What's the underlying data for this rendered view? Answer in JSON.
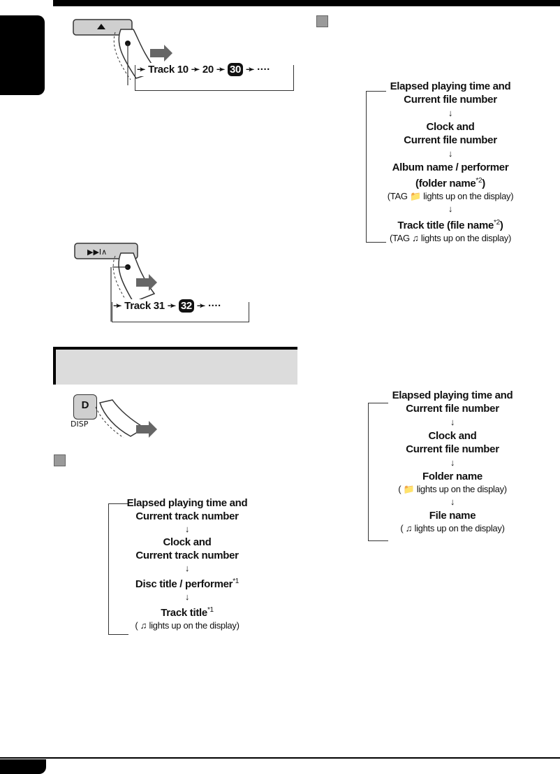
{
  "top_track_sequence": {
    "prefix": "Track 10",
    "item2": "20",
    "badge": "30",
    "dots": "····"
  },
  "lower_track_sequence": {
    "prefix": "Track 31",
    "badge": "32",
    "dots": "····"
  },
  "disp_button": {
    "d_label": "D",
    "disp_label": "DISP"
  },
  "right_flow_mp3_tag": {
    "step1_line1": "Elapsed playing time and",
    "step1_line2": "Current file number",
    "step2_line1": "Clock and",
    "step2_line2": "Current file number",
    "step3_line1": "Album name / performer",
    "step3_line2": "(folder name",
    "step3_sup": "*2",
    "step3_line2_end": ")",
    "step3_note": "(TAG 📁 lights up on the display)",
    "step4_line1": "Track title (file name",
    "step4_sup": "*2",
    "step4_line1_end": ")",
    "step4_note": "(TAG ♫ lights up on the display)"
  },
  "right_flow_mp3": {
    "step1_line1": "Elapsed playing time and",
    "step1_line2": "Current file number",
    "step2_line1": "Clock and",
    "step2_line2": "Current file number",
    "step3_line1": "Folder name",
    "step3_note": "( 📁 lights up on the display)",
    "step4_line1": "File name",
    "step4_note": "( ♫ lights up on the display)"
  },
  "left_flow_cd": {
    "step1_line1": "Elapsed playing time and",
    "step1_line2": "Current track number",
    "step2_line1": "Clock and",
    "step2_line2": "Current track number",
    "step3_line1": "Disc title / performer",
    "step3_sup": "*1",
    "step4_line1": "Track title",
    "step4_sup": "*1",
    "step4_note": "( ♫ lights up on the display)"
  },
  "arrows": {
    "down": "↓",
    "right": "→"
  }
}
